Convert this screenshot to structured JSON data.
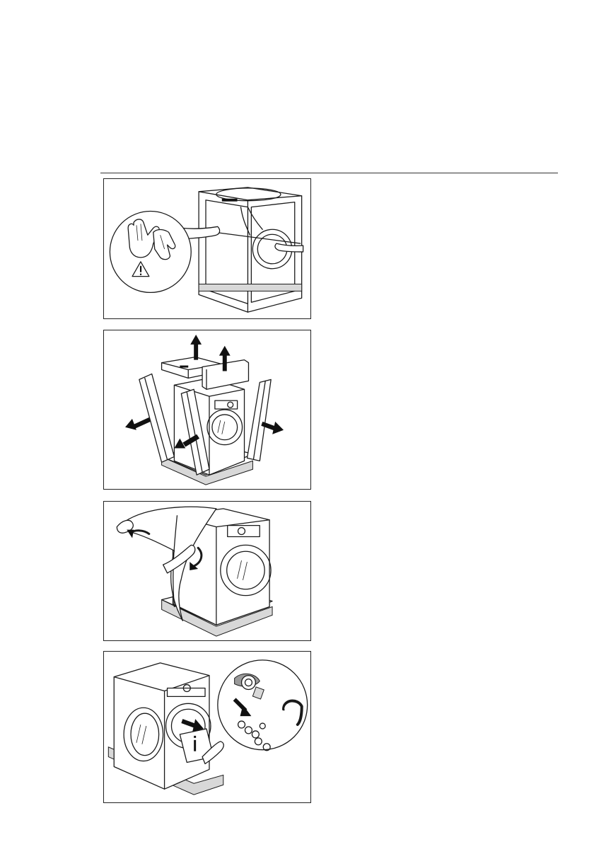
{
  "figures": [
    {
      "id": "step-1",
      "icons": [
        "protective-gloves-icon",
        "warning-triangle-icon"
      ]
    },
    {
      "id": "step-2",
      "icons": [
        "up-arrow-icon",
        "up-arrow-icon",
        "left-arrow-icon",
        "down-left-arrow-icon",
        "right-arrow-icon"
      ]
    },
    {
      "id": "step-3",
      "icons": [
        "curved-arrow-icon",
        "curved-arrow-icon"
      ]
    },
    {
      "id": "step-4",
      "icons": [
        "info-icon",
        "down-arrow-icon"
      ]
    }
  ],
  "colors": {
    "line": "#1a1a1a",
    "background": "#ffffff",
    "rule": "#333333"
  }
}
